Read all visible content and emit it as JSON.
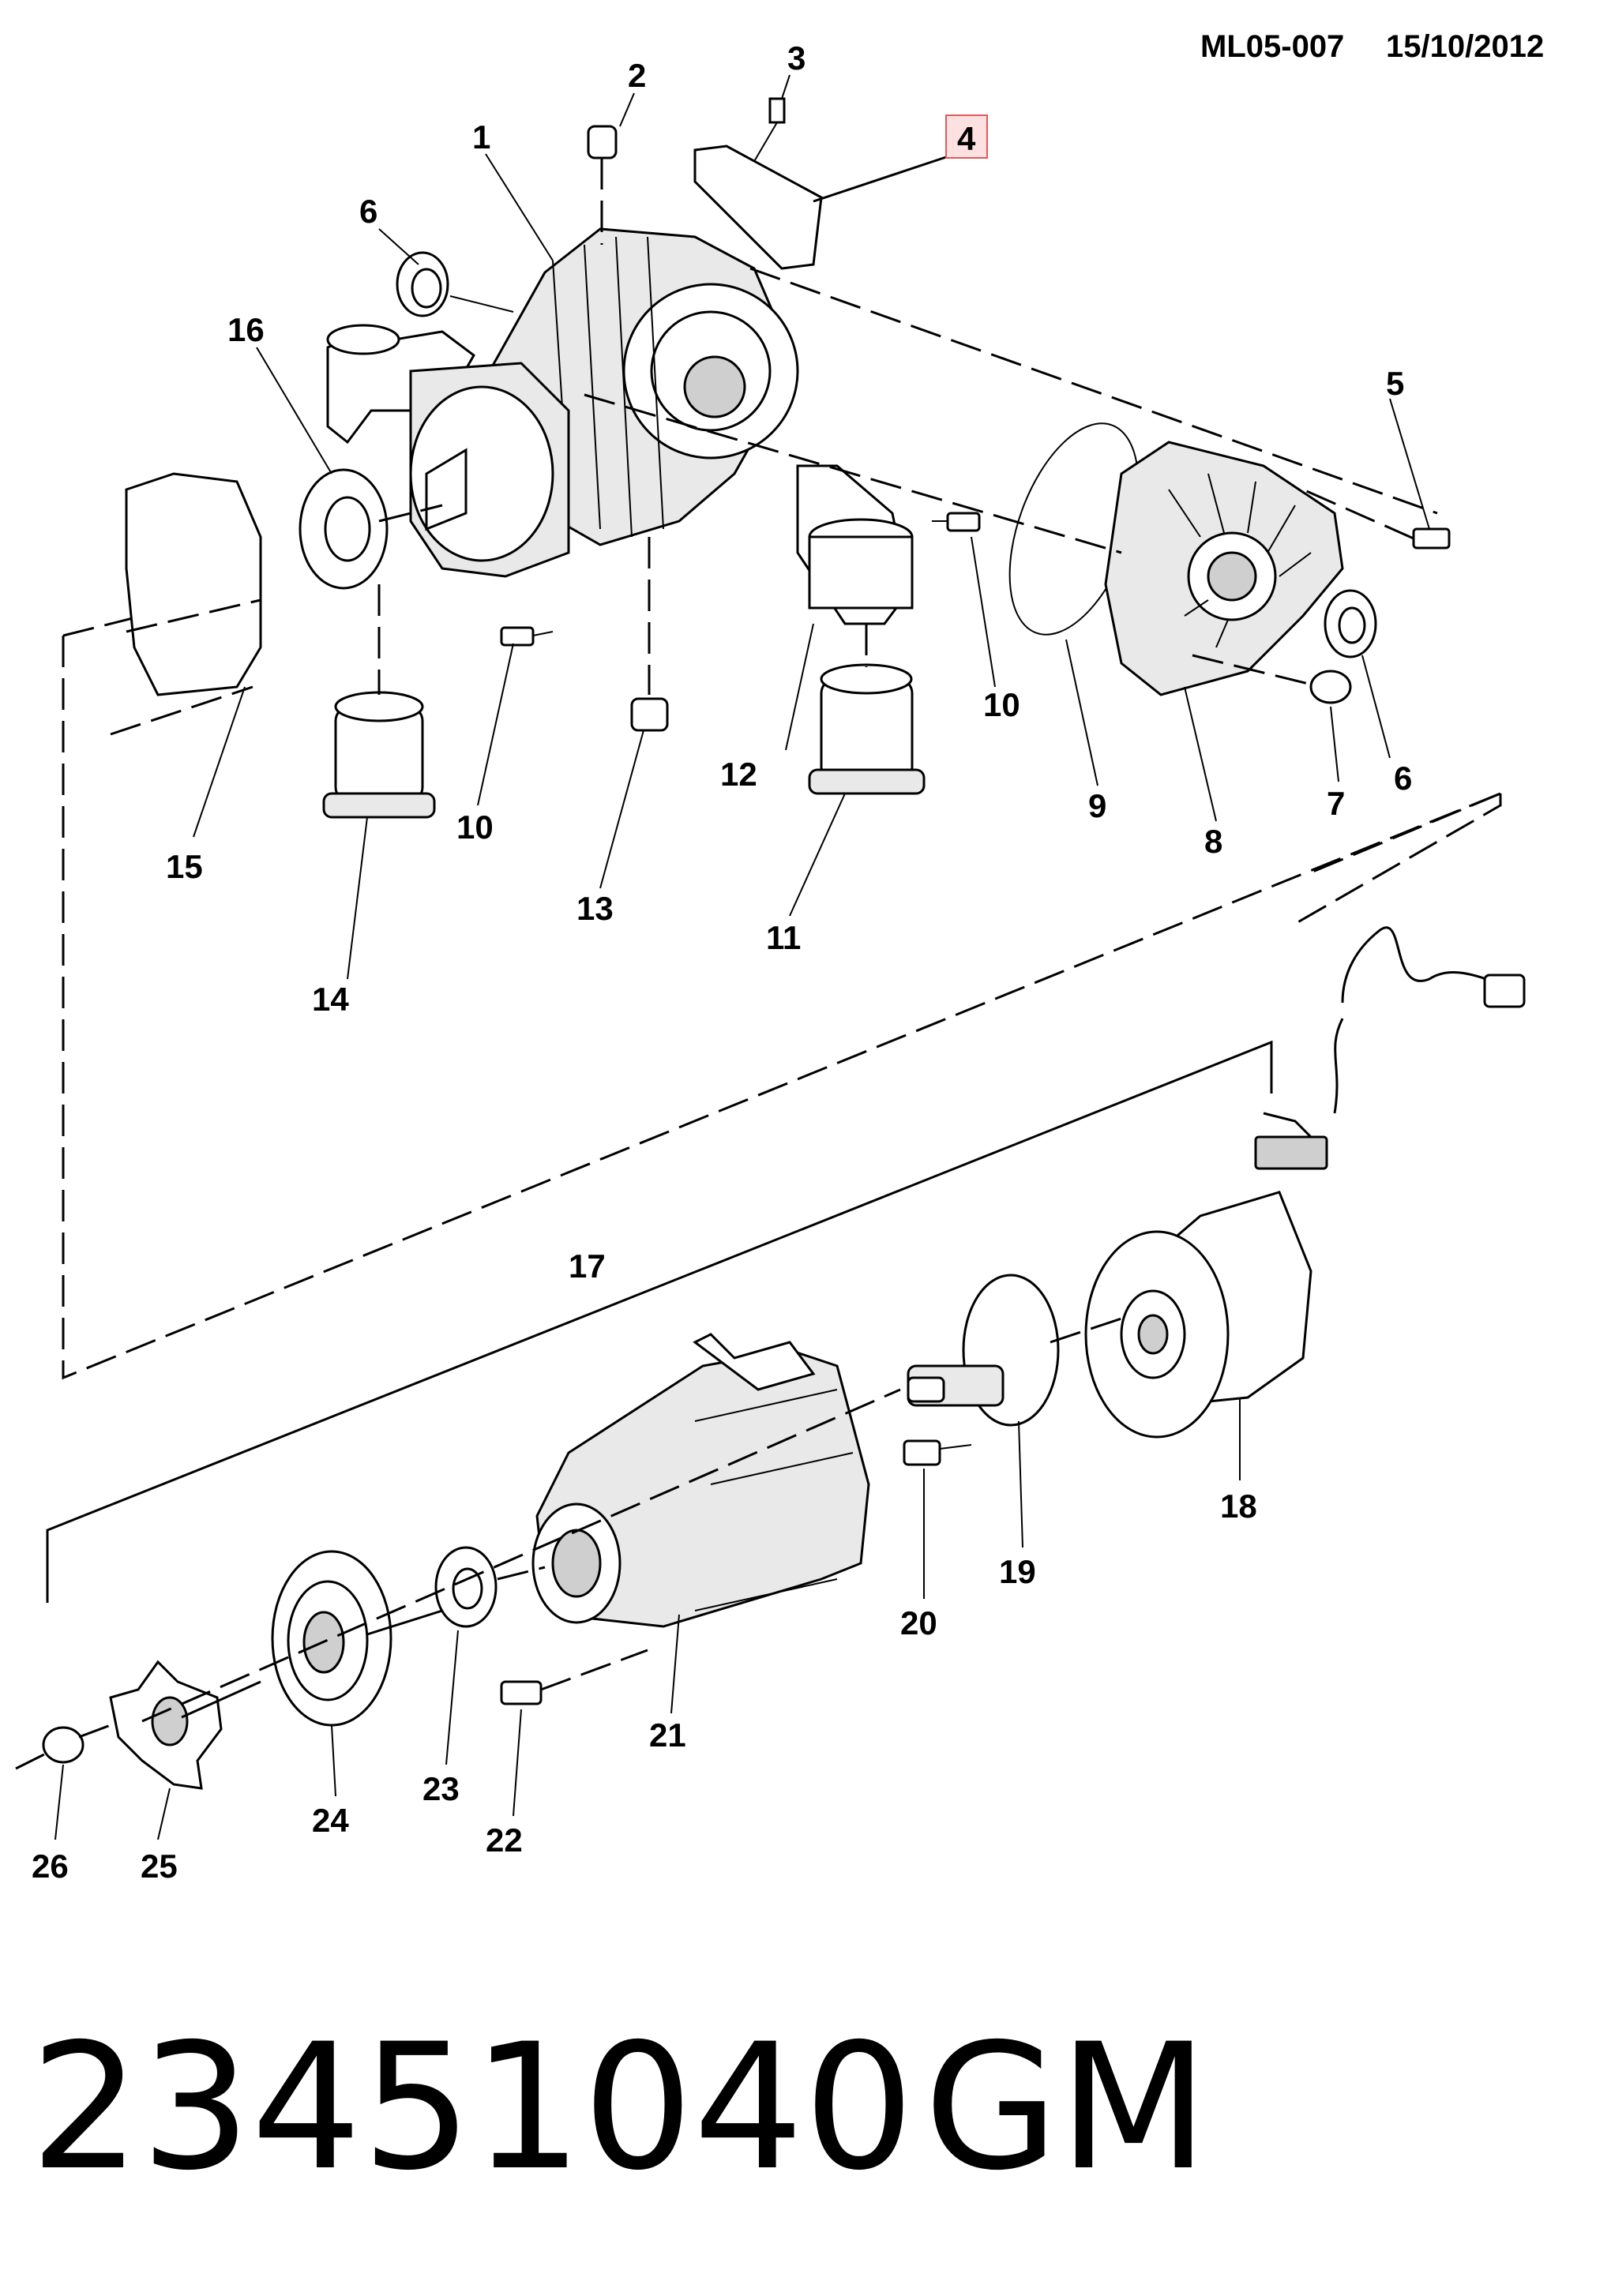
{
  "header": {
    "code": "ML05-007",
    "date": "15/10/2012"
  },
  "highlight_color": "#e05a5a",
  "callouts": [
    "1",
    "2",
    "3",
    "4",
    "5",
    "6",
    "6",
    "7",
    "8",
    "9",
    "10",
    "10",
    "11",
    "12",
    "13",
    "14",
    "15",
    "16",
    "17",
    "18",
    "19",
    "20",
    "21",
    "22",
    "23",
    "24",
    "25",
    "26"
  ],
  "footer": {
    "part_number": "23451040",
    "brand": "GM"
  }
}
